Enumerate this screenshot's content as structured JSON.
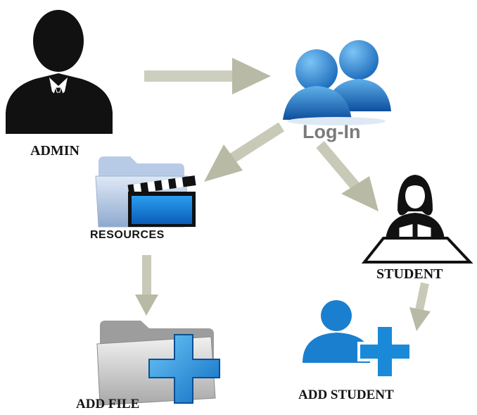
{
  "nodes": {
    "admin": {
      "label": "ADMIN",
      "icon": "admin-silhouette-icon"
    },
    "login": {
      "label": "Log-In",
      "icon": "users-icon"
    },
    "resources": {
      "label": "RESOURCES",
      "icon": "folder-clapperboard-icon"
    },
    "student": {
      "label": "STUDENT",
      "icon": "student-reading-icon"
    },
    "add_file": {
      "label": "ADD FILE",
      "icon": "folder-plus-icon"
    },
    "add_student": {
      "label": "ADD STUDENT",
      "icon": "user-plus-icon"
    }
  },
  "colors": {
    "arrow": "#c9cbb8",
    "blue": "#1a6fc4",
    "blue_light": "#5fb0ea",
    "black": "#111111",
    "login_text": "#7a7a7a"
  }
}
